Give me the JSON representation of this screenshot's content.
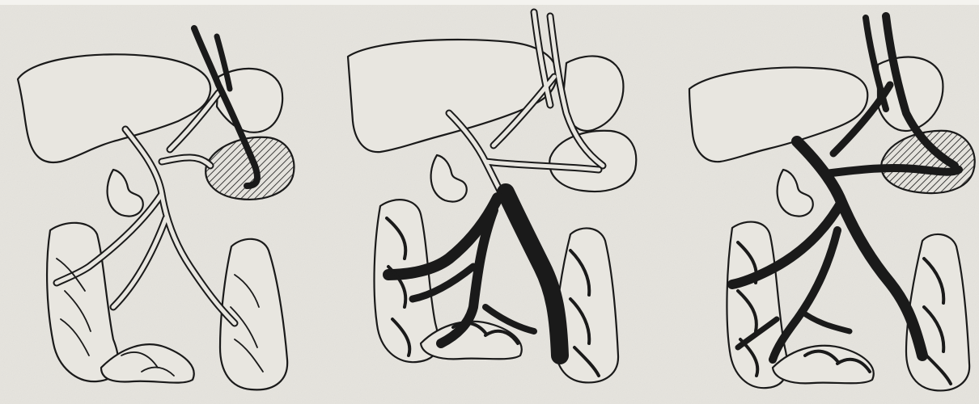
{
  "figure": {
    "panels": [
      {
        "id": "panel-1"
      },
      {
        "id": "panel-2"
      },
      {
        "id": "panel-3"
      }
    ],
    "colors": {
      "paper": "#e6e4de",
      "ink": "#1a1a1a",
      "organ_fill": "#e8e6e0"
    }
  }
}
